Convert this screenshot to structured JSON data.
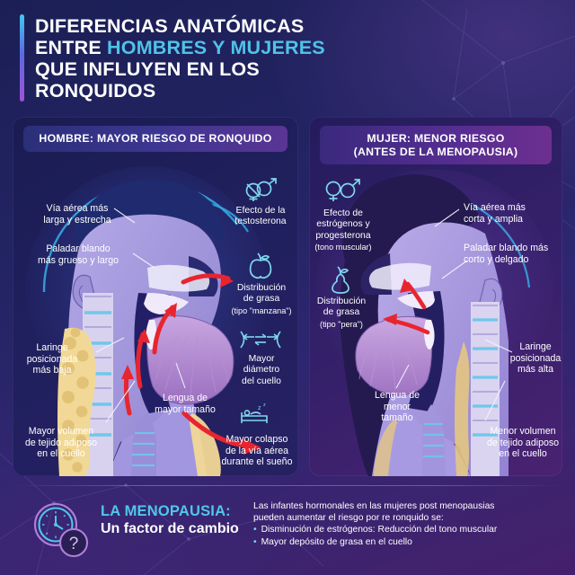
{
  "title": {
    "line1": "DIFERENCIAS ANATÓMICAS",
    "line2_a": "ENTRE ",
    "line2_b": "HOMBRES Y MUJERES",
    "line3": "QUE INFLUYEN EN LOS",
    "line4": "RONQUIDOS"
  },
  "colors": {
    "accent_cyan": "#4fc3e8",
    "accent_purple": "#a052d8",
    "arrow_red": "#e8252f",
    "panel_left_bg": "#20205e",
    "panel_right_bg": "#3a2270",
    "page_bg": "#232463"
  },
  "male_panel": {
    "header": "HOMBRE: MAYOR RIESGO DE RONQUIDO",
    "labels": [
      {
        "id": "airway",
        "text": "Vía aérea más\nlarga y estrecha"
      },
      {
        "id": "soft-palate",
        "text": "Paladar blando\nmás grueso y largo"
      },
      {
        "id": "larynx",
        "text": "Laringe\nposicionada\nmás baja"
      },
      {
        "id": "fat-volume",
        "text": "Mayor volumen\nde tejido adiposo\nen el cuello"
      },
      {
        "id": "tongue",
        "text": "Lengua de\nmayor tamaño"
      },
      {
        "id": "collapse",
        "text": "Mayor colapso\nde la vía aérea\ndurante el sueño"
      }
    ],
    "icons": [
      {
        "id": "testosterone",
        "icon": "male-gender-icon",
        "caption": "Efecto de la\ntestosterona",
        "sub": ""
      },
      {
        "id": "fat-distribution",
        "icon": "apple-icon",
        "caption": "Distribución\nde grasa",
        "sub": "(tipo \"manzana\")"
      },
      {
        "id": "neck-diameter",
        "icon": "neck-diameter-icon",
        "caption": "Mayor\ndiámetro\ndel cuello",
        "sub": ""
      }
    ]
  },
  "female_panel": {
    "header_line1": "MUJER: MENOR RIESGO",
    "header_line2": "(ANTES DE LA MENOPAUSIA)",
    "labels": [
      {
        "id": "airway",
        "text": "Vía aérea más\ncorta y amplia"
      },
      {
        "id": "soft-palate",
        "text": "Paladar blando más\ncorto y delgado"
      },
      {
        "id": "larynx",
        "text": "Laringe\nposicionada\nmás alta"
      },
      {
        "id": "fat-volume",
        "text": "Menor volumen\nde tejido adiposo\nen el cuello"
      },
      {
        "id": "tongue",
        "text": "Lengua de\nmenor\ntamaño"
      }
    ],
    "icons": [
      {
        "id": "hormones",
        "icon": "female-male-gender-icon",
        "caption": "Efecto de\nestrógenos y\nprogesterona",
        "sub": "(tono muscular)"
      },
      {
        "id": "fat-distribution",
        "icon": "pear-icon",
        "caption": "Distribución\nde grasa",
        "sub": "(tipo \"pera\")"
      }
    ]
  },
  "footer": {
    "icon": "clock-question-icon",
    "title_line1": "LA MENOPAUSIA:",
    "title_line2": "Un factor de cambio",
    "body_line1": "Las infantes hormonales en las mujeres post menopausias",
    "body_line2": "pueden aumentar el riesgo por re ronquido se:",
    "bullets": [
      "Disminución de estrógenos: Reducción del tono muscular",
      "Mayor depósito de grasa en el cuello"
    ],
    "bullet_glyph": "•"
  }
}
